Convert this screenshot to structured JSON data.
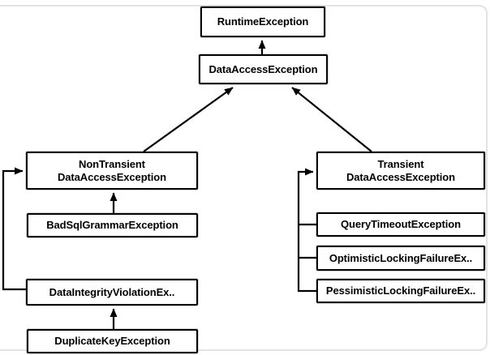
{
  "diagram": {
    "type": "class-hierarchy",
    "colors": {
      "box_border": "#060606",
      "box_background": "#ffffff",
      "text": "#000000",
      "connector": "#000000",
      "frame_border": "#e3e3e3"
    },
    "nodes": {
      "runtime": {
        "label": "RuntimeException"
      },
      "data_access": {
        "label": "DataAccessException"
      },
      "non_transient": {
        "label": "NonTransient\nDataAccessException"
      },
      "bad_sql": {
        "label": "BadSqlGrammarException"
      },
      "data_integrity": {
        "label": "DataIntegrityViolationEx.."
      },
      "duplicate_key": {
        "label": "DuplicateKeyException"
      },
      "transient": {
        "label": "Transient\nDataAccessException"
      },
      "query_timeout": {
        "label": "QueryTimeoutException"
      },
      "optimistic": {
        "label": "OptimisticLockingFailureEx.."
      },
      "pessimistic": {
        "label": "PessimisticLockingFailureEx.."
      }
    },
    "edges": [
      {
        "from": "DataAccessException",
        "to": "RuntimeException"
      },
      {
        "from": "NonTransientDataAccessException",
        "to": "DataAccessException"
      },
      {
        "from": "TransientDataAccessException",
        "to": "DataAccessException"
      },
      {
        "from": "BadSqlGrammarException",
        "to": "NonTransientDataAccessException"
      },
      {
        "from": "DataIntegrityViolationEx..",
        "to": "NonTransientDataAccessException"
      },
      {
        "from": "DuplicateKeyException",
        "to": "DataIntegrityViolationEx.."
      },
      {
        "from": "QueryTimeoutException",
        "to": "TransientDataAccessException"
      },
      {
        "from": "OptimisticLockingFailureEx..",
        "to": "TransientDataAccessException"
      },
      {
        "from": "PessimisticLockingFailureEx..",
        "to": "TransientDataAccessException"
      }
    ]
  }
}
